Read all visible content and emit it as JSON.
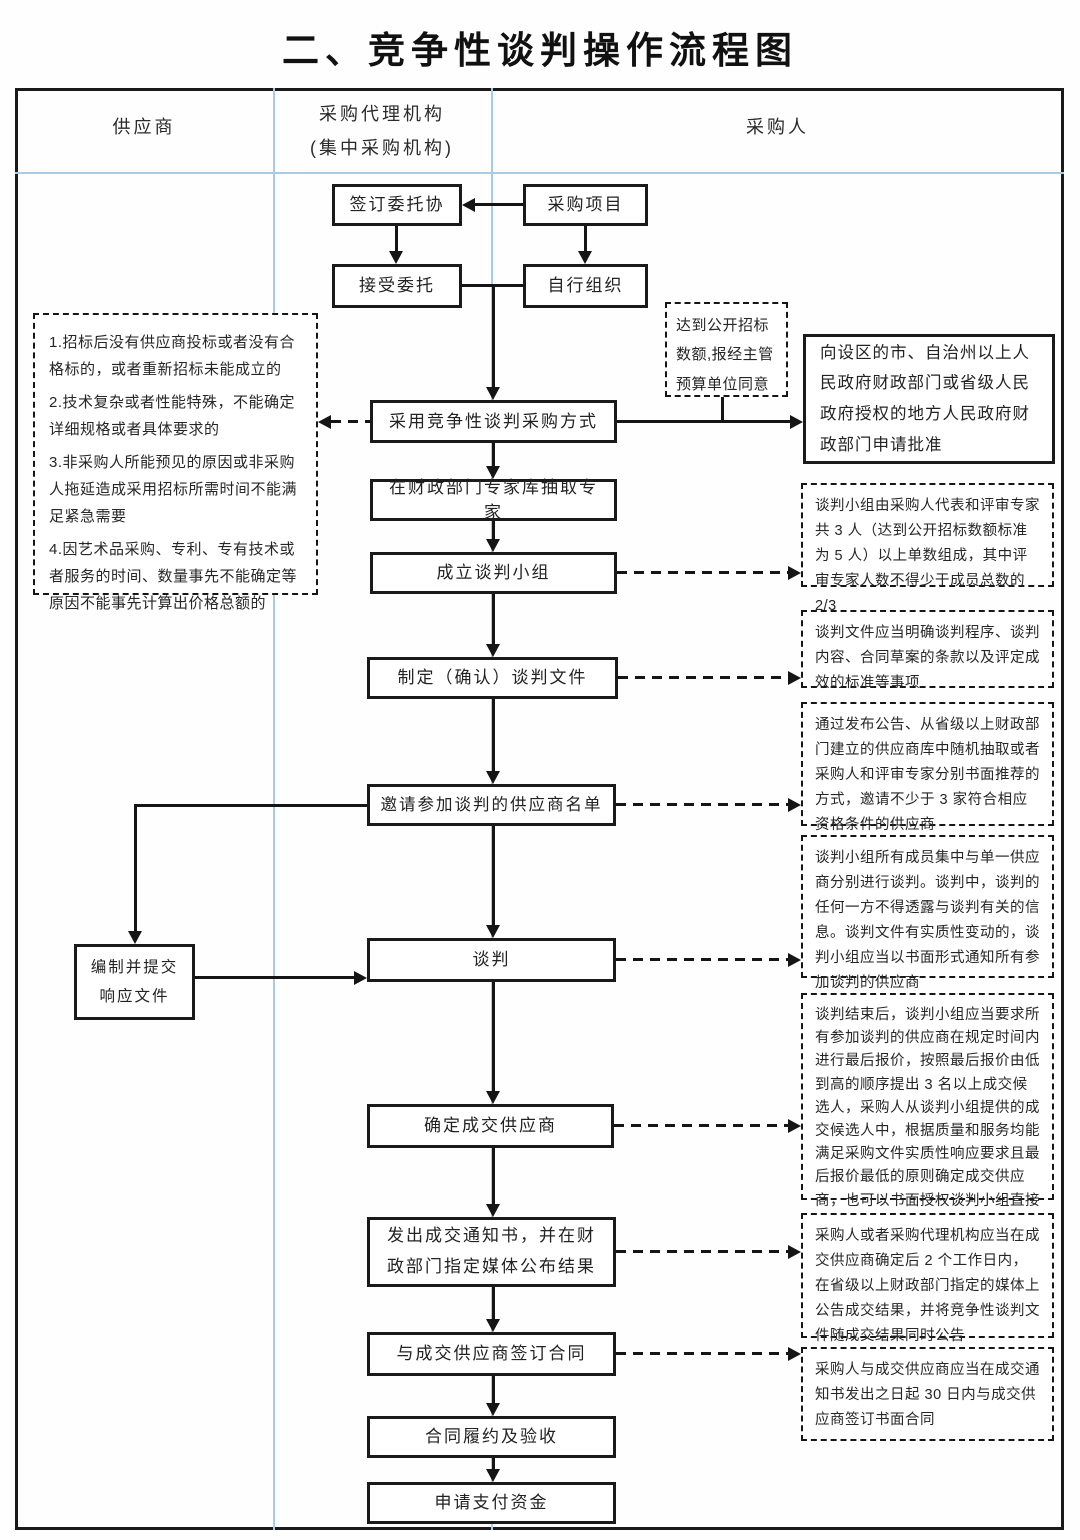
{
  "title": "二、竞争性谈判操作流程图",
  "columns": {
    "supplier": "供应商",
    "agency_line1": "采购代理机构",
    "agency_line2": "(集中采购机构)",
    "purchaser": "采购人"
  },
  "nodes": {
    "sign_agreement": "签订委托协",
    "procurement_project": "采购项目",
    "accept_entrustment": "接受委托",
    "self_organize": "自行组织",
    "reach_threshold": "达到公开招标数额,报经主管预算单位同意",
    "apply_approval": "向设区的市、自治州以上人民政府财政部门或省级人民政府授权的地方人民政府财政部门申请批准",
    "adopt_method": "采用竞争性谈判采购方式",
    "extract_experts": "在财政部门专家库抽取专家",
    "form_team": "成立谈判小组",
    "prepare_documents": "制定（确认）谈判文件",
    "invite_suppliers": "邀请参加谈判的供应商名单",
    "prepare_response_line1": "编制并提交",
    "prepare_response_line2": "响应文件",
    "negotiate": "谈判",
    "determine_supplier": "确定成交供应商",
    "issue_notice": "发出成交通知书，并在财政部门指定媒体公布结果",
    "sign_contract": "与成交供应商签订合同",
    "perform_contract": "合同履约及验收",
    "apply_payment": "申请支付资金"
  },
  "annotations": {
    "conditions": [
      "1.招标后没有供应商投标或者没有合格标的，或者重新招标未能成立的",
      "2.技术复杂或者性能特殊，不能确定详细规格或者具体要求的",
      "3.非采购人所能预见的原因或非采购人拖延造成采用招标所需时间不能满足紧急需要",
      "4.因艺术品采购、专利、专有技术或者服务的时间、数量事先不能确定等原因不能事先计算出价格总额的"
    ],
    "team_note": "谈判小组由采购人代表和评审专家共 3 人（达到公开招标数额标准为 5 人）以上单数组成，其中评审专家人数不得少于成员总数的 2/3",
    "document_note": "谈判文件应当明确谈判程序、谈判内容、合同草案的条款以及评定成效的标准等事项",
    "invite_note": "通过发布公告、从省级以上财政部门建立的供应商库中随机抽取或者采购人和评审专家分别书面推荐的方式，邀请不少于 3 家符合相应资格条件的供应商",
    "negotiate_note": "谈判小组所有成员集中与单一供应商分别进行谈判。谈判中，谈判的任何一方不得透露与谈判有关的信息。谈判文件有实质性变动的，谈判小组应当以书面形式通知所有参加谈判的供应商",
    "award_note": "谈判结束后，谈判小组应当要求所有参加谈判的供应商在规定时间内进行最后报价，按照最后报价由低到高的顺序提出 3 名以上成交候选人，采购人从谈判小组提供的成交候选人中，根据质量和服务均能满足采购文件实质性响应要求且最后报价最低的原则确定成交供应商，也可以书面授权谈判小组直接确定成交供应商",
    "announce_note": "采购人或者采购代理机构应当在成交供应商确定后 2 个工作日内，在省级以上财政部门指定的媒体上公告成交结果，并将竞争性谈判文件随成交结果同时公告",
    "contract_note": "采购人与成交供应商应当在成交通知书发出之日起 30 日内与成交供应商签订书面合同"
  },
  "colors": {
    "divider_blue": "#a9cbe3",
    "line_black": "#151515",
    "background": "#ffffff"
  }
}
